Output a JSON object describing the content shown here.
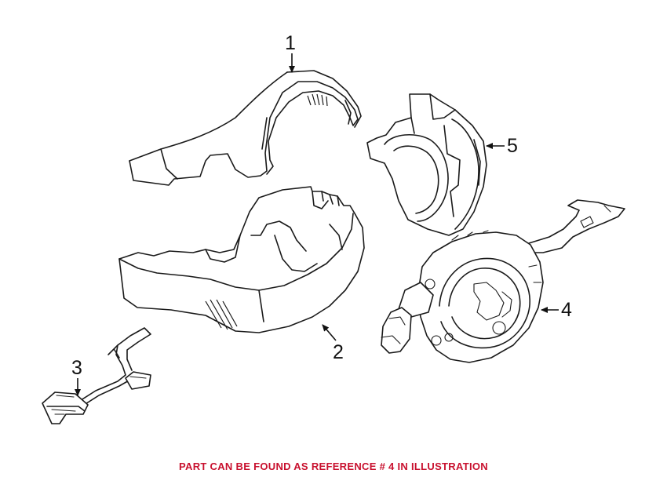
{
  "callouts": [
    {
      "id": "1",
      "label": "1"
    },
    {
      "id": "2",
      "label": "2"
    },
    {
      "id": "3",
      "label": "3"
    },
    {
      "id": "4",
      "label": "4"
    },
    {
      "id": "5",
      "label": "5"
    }
  ],
  "footnote": {
    "text": "PART CAN BE FOUND AS REFERENCE # 4 IN ILLUSTRATION",
    "color": "#c8102e"
  }
}
